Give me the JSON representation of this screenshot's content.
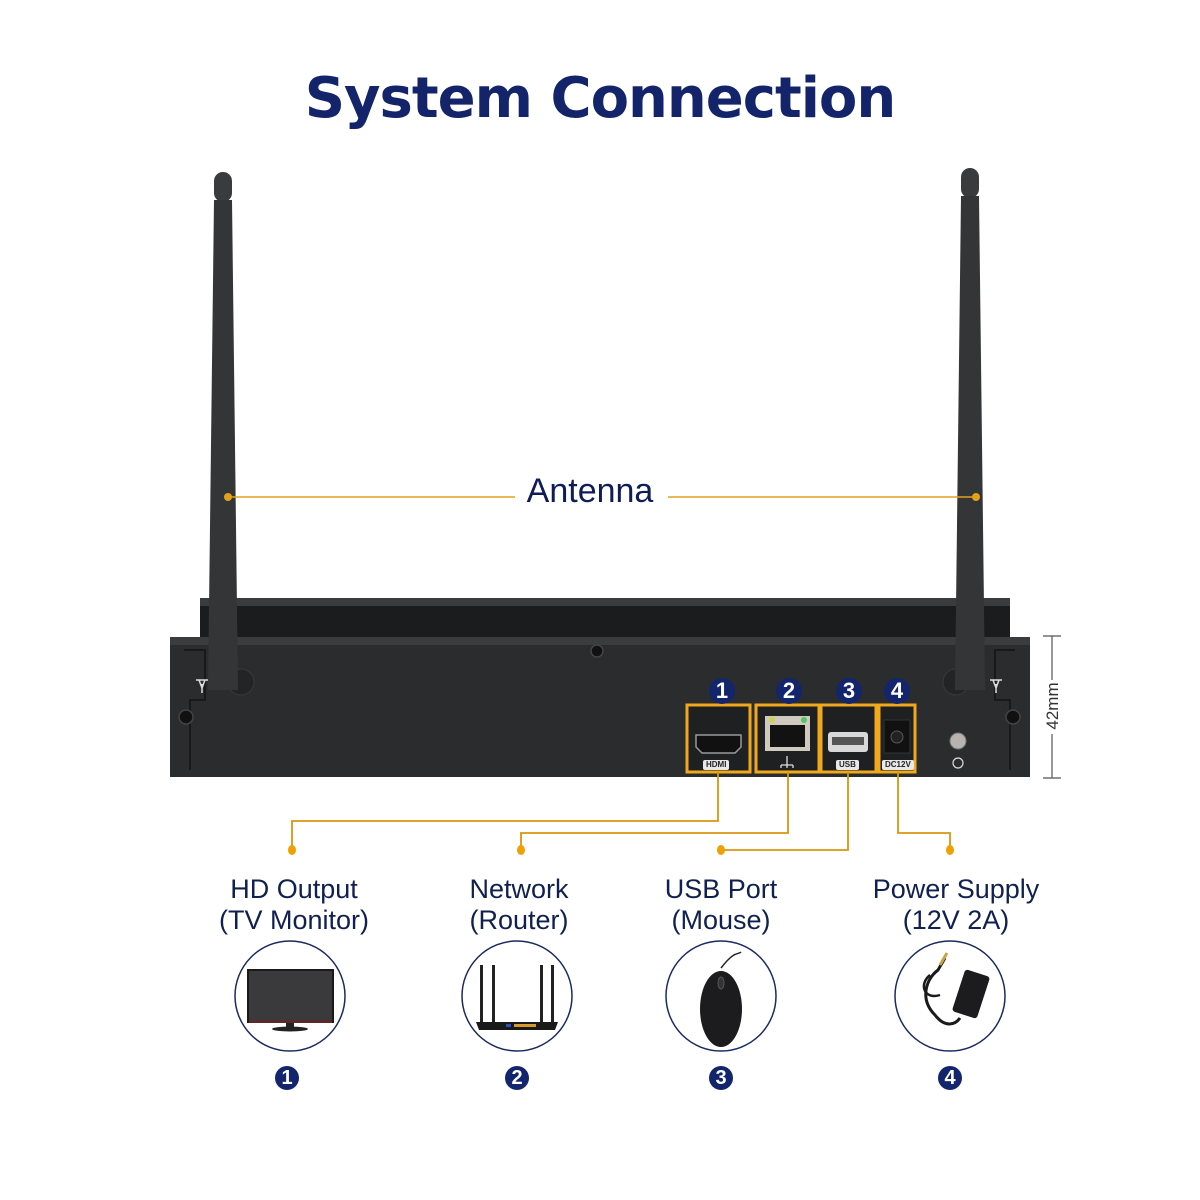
{
  "title": "System Connection",
  "antenna_label": "Antenna",
  "dimension_label": "42mm",
  "colors": {
    "title": "#14246b",
    "accent_line": "#e3a11b",
    "port_frame": "#f0a81c",
    "badge": "#13256c",
    "device_body": "#2a2b2d"
  },
  "ports": [
    {
      "number": "1",
      "tag": "HDMI",
      "icon": "hdmi-port-icon"
    },
    {
      "number": "2",
      "tag": "",
      "icon": "ethernet-port-icon"
    },
    {
      "number": "3",
      "tag": "USB",
      "icon": "usb-port-icon"
    },
    {
      "number": "4",
      "tag": "DC12V",
      "icon": "dc-power-port-icon"
    }
  ],
  "connections": [
    {
      "number": "1",
      "title": "HD Output",
      "subtitle": "(TV Monitor)",
      "icon": "tv-monitor-icon"
    },
    {
      "number": "2",
      "title": "Network",
      "subtitle": "(Router)",
      "icon": "router-icon"
    },
    {
      "number": "3",
      "title": "USB Port",
      "subtitle": "(Mouse)",
      "icon": "mouse-icon"
    },
    {
      "number": "4",
      "title": "Power Supply",
      "subtitle": "(12V 2A)",
      "icon": "power-adapter-icon"
    }
  ]
}
